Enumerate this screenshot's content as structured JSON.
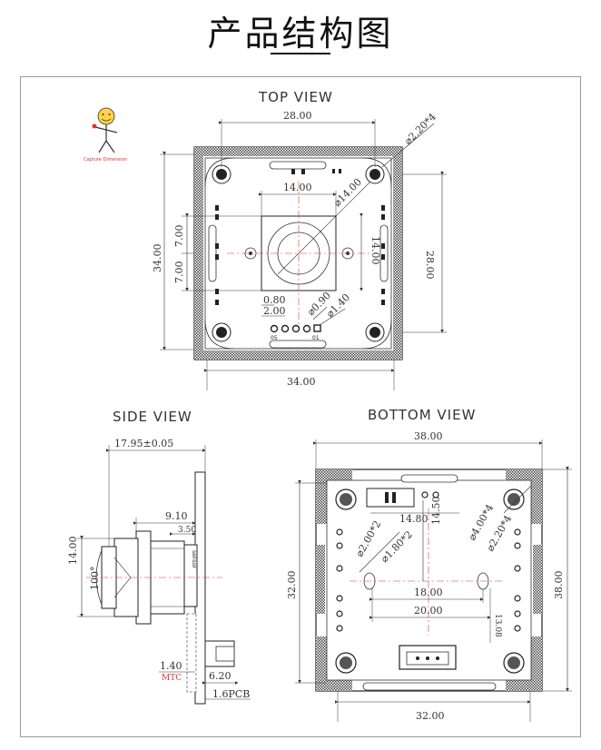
{
  "title": "产品结构图",
  "views": {
    "top": "TOP VIEW",
    "side": "SIDE VIEW",
    "bottom": "BOTTOM  VIEW"
  },
  "logo": {
    "text": "Capture Dimension"
  },
  "top_view": {
    "width_top": "28.00",
    "hole_diameter": "⌀2.20*4",
    "lens_width": "14.00",
    "lens_diameter": "⌀14.00",
    "height_left": "34.00",
    "half_upper": "7.00",
    "half_lower": "7.00",
    "lens_height": "14.00",
    "height_right": "28.00",
    "offset_small": "0.80",
    "offset_large": "2.00",
    "pin_diameter": "⌀0.90",
    "pad_diameter": "⌀1.40",
    "pin_left_label": "05",
    "pin_right_label": "01",
    "width_bottom": "34.00"
  },
  "side_view": {
    "overall_length": "17.95±0.05",
    "lens_length": "9.10",
    "holder_length": "3.50",
    "lens_height": "14.00",
    "fov": "100°",
    "sensor_label": "sensor",
    "mtc_label": "MTC",
    "mtc_dim": "1.40",
    "connector_dim": "6.20",
    "pcb_dim": "1.6PCB"
  },
  "bottom_view": {
    "width_top": "38.00",
    "inner_width": "14.80",
    "vertical_offset": "14.50",
    "mount_holes": "⌀4.00*4",
    "pad_rings": "⌀2.20*4",
    "slot_a": "⌀2.00*2",
    "slot_b": "⌀1.80*2",
    "height_left": "32.00",
    "height_right": "38.00",
    "span_inner": "18.00",
    "span_outer": "20.00",
    "small_offset": "13.08",
    "width_bottom": "32.00"
  }
}
